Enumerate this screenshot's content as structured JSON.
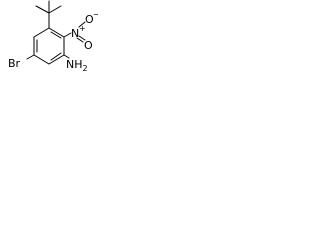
{
  "molecule": {
    "substituents": {
      "tert_butyl": "",
      "nitro_n": "N",
      "nitro_plus": "+",
      "nitro_o_top": "O",
      "nitro_o_minus": "−",
      "nitro_o_bottom": "O",
      "bromo": "Br",
      "amino": "NH",
      "amino_sub": "2"
    },
    "colors": {
      "bond": "#000000",
      "text": "#000000",
      "background": "#ffffff"
    }
  }
}
